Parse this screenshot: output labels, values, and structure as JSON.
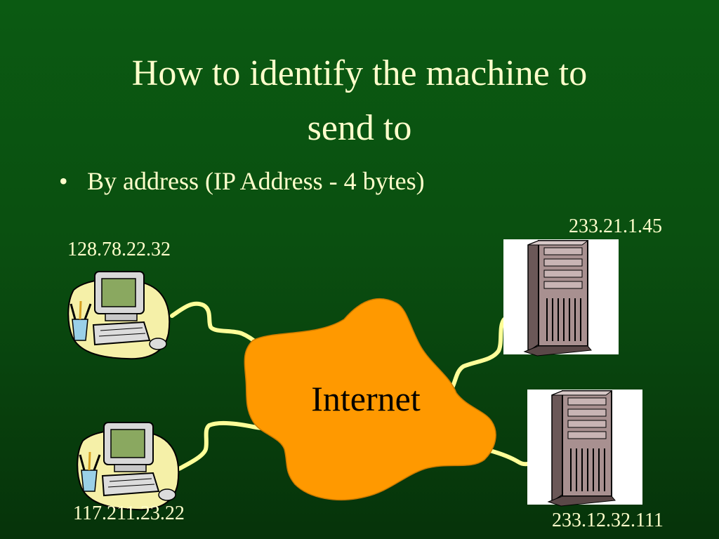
{
  "slide": {
    "title_line1": "How to identify the machine to",
    "title_line2": "send to",
    "bullet": "By address (IP Address - 4 bytes)"
  },
  "diagram": {
    "cloud_label": "Internet",
    "nodes": [
      {
        "id": "client-top",
        "ip": "128.78.22.32",
        "icon": "desktop-computer-icon"
      },
      {
        "id": "client-bottom",
        "ip": "117.211.23.22",
        "icon": "desktop-computer-icon"
      },
      {
        "id": "server-top",
        "ip": "233.21.1.45",
        "icon": "server-tower-icon"
      },
      {
        "id": "server-bottom",
        "ip": "233.12.32.111",
        "icon": "server-tower-icon"
      }
    ]
  },
  "colors": {
    "background": "#0b5a12",
    "text": "#ffffcc",
    "cloud": "#ff9900",
    "link": "#ffff99"
  }
}
